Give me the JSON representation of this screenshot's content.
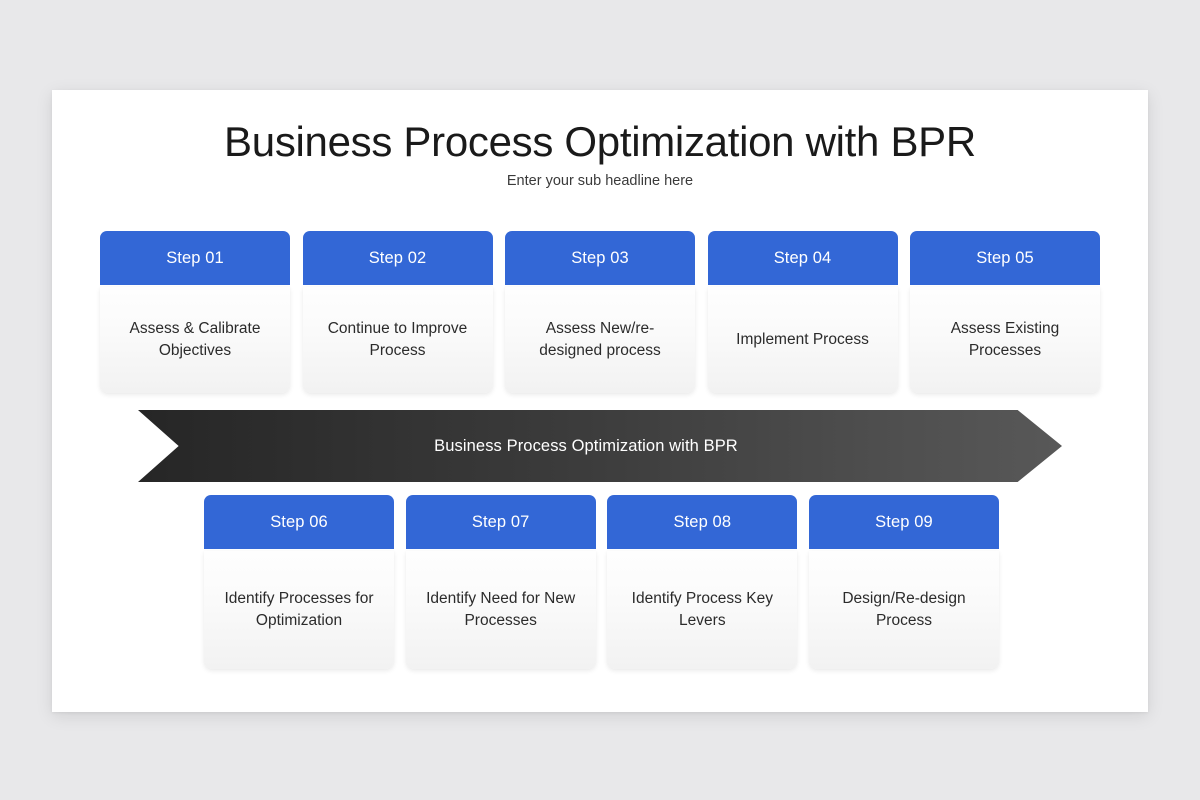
{
  "slide": {
    "title": "Business Process Optimization with BPR",
    "subtitle": "Enter your sub headline here",
    "accent_color": "#3367d6",
    "banner_color_start": "#262626",
    "banner_color_end": "#585858",
    "background_color": "#e8e8ea",
    "canvas_color": "#ffffff"
  },
  "banner": {
    "label": "Business Process Optimization with BPR"
  },
  "steps_top": [
    {
      "step": "Step 01",
      "description": "Assess & Calibrate Objectives"
    },
    {
      "step": "Step 02",
      "description": "Continue to Improve Process"
    },
    {
      "step": "Step 03",
      "description": "Assess New/re-designed process"
    },
    {
      "step": "Step 04",
      "description": "Implement Process"
    },
    {
      "step": "Step 05",
      "description": "Assess Existing Processes"
    }
  ],
  "steps_bottom": [
    {
      "step": "Step 06",
      "description": "Identify Processes for Optimization"
    },
    {
      "step": "Step 07",
      "description": "Identify Need for New Processes"
    },
    {
      "step": "Step 08",
      "description": "Identify Process Key Levers"
    },
    {
      "step": "Step 09",
      "description": "Design/Re-design Process"
    }
  ]
}
